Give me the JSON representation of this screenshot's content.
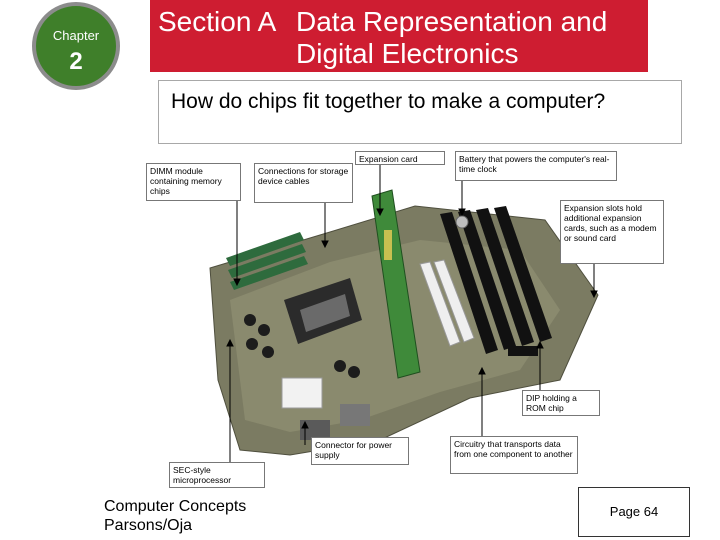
{
  "chapter": {
    "label": "Chapter",
    "number": "2"
  },
  "banner": {
    "section": "Section A",
    "title": "Data Representation and Digital Electronics"
  },
  "question": "How do chips fit together to make a computer?",
  "callouts": {
    "dimm": "DIMM module containing memory chips",
    "storage": "Connections for storage device cables",
    "expansion_card": "Expansion card",
    "battery": "Battery that powers the computer's real-time clock",
    "slots": "Expansion slots hold additional expansion cards, such as a modem or sound card",
    "dip": "DIP holding a ROM chip",
    "power": "Connector for power supply",
    "circuitry": "Circuitry that transports data from one component to another",
    "sec": "SEC-style microprocessor"
  },
  "footer": {
    "line1": "Computer Concepts",
    "line2": "Parsons/Oja",
    "page": "Page 64"
  },
  "colors": {
    "banner": "#ce1d31",
    "chapter_badge": "#3f7f2a"
  }
}
